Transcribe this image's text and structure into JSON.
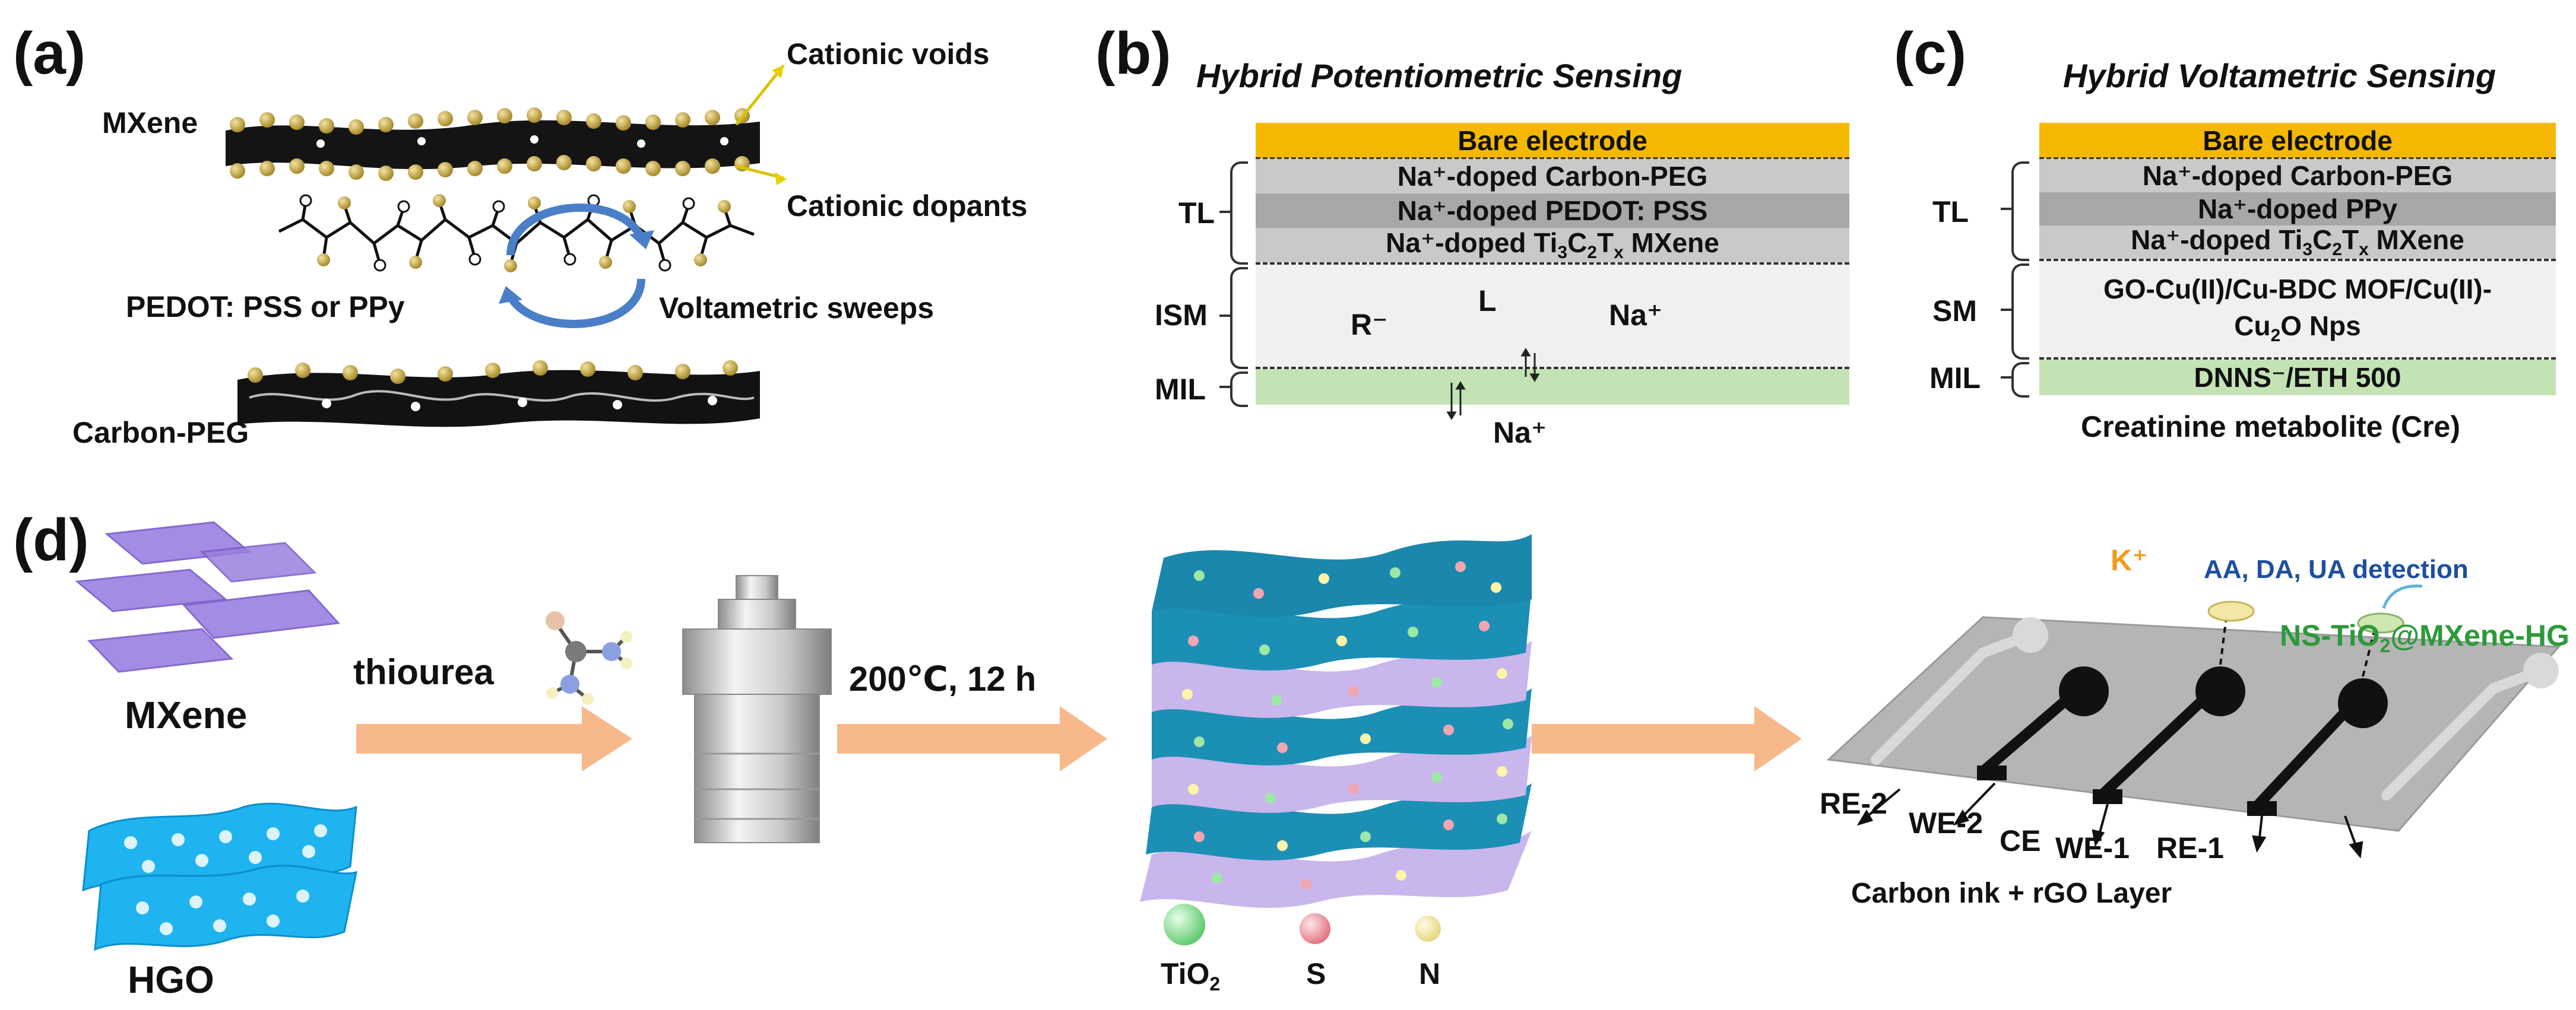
{
  "panel_a": {
    "label": "(a)",
    "mxene": "MXene",
    "cationic_voids": "Cationic voids",
    "cationic_dopants": "Cationic dopants",
    "pedot": "PEDOT: PSS or PPy",
    "voltametric_sweeps": "Voltametric sweeps",
    "carbon_peg": "Carbon-PEG"
  },
  "panel_b": {
    "label": "(b)",
    "title": "Hybrid Potentiometric Sensing",
    "bare_electrode": "Bare electrode",
    "layer1": "Na⁺-doped Carbon-PEG",
    "layer2": "Na⁺-doped PEDOT: PSS",
    "layer3_pre": "Na⁺-doped Ti",
    "layer3_sub1": "3",
    "layer3_c": "C",
    "layer3_sub2": "2",
    "layer3_t": "T",
    "layer3_subx": "x",
    "layer3_post": " MXene",
    "tl": "TL",
    "ism": "ISM",
    "mil": "MIL",
    "r_minus": "R⁻",
    "l": "L",
    "na_plus": "Na⁺",
    "na_bottom": "Na⁺"
  },
  "panel_c": {
    "label": "(c)",
    "title": "Hybrid Voltametric Sensing",
    "bare_electrode": "Bare electrode",
    "layer1": "Na⁺-doped Carbon-PEG",
    "layer2": "Na⁺-doped PPy",
    "layer3_pre": "Na⁺-doped Ti",
    "layer3_sub1": "3",
    "layer3_c": "C",
    "layer3_sub2": "2",
    "layer3_t": "T",
    "layer3_subx": "x",
    "layer3_post": " MXene",
    "tl": "TL",
    "sm": "SM",
    "mil": "MIL",
    "sm_line1": "GO-Cu(II)/Cu-BDC MOF/Cu(II)-",
    "sm_line2_pre": "Cu",
    "sm_line2_sub": "2",
    "sm_line2_post": "O Nps",
    "mil_text": "DNNS⁻/ETH 500",
    "bottom": "Creatinine metabolite (Cre)"
  },
  "panel_d": {
    "label": "(d)",
    "mxene": "MXene",
    "hgo": "HGO",
    "thiourea": "thiourea",
    "conditions": "200℃, 12 h",
    "tio2_pre": "TiO",
    "tio2_sub": "2",
    "s": "S",
    "n": "N",
    "k_plus": "K⁺",
    "detection": "AA, DA, UA detection",
    "product_pre": "NS-TiO",
    "product_sub": "2",
    "product_post": "@MXene-HG",
    "re2": "RE-2",
    "we2": "WE-2",
    "ce": "CE",
    "we1": "WE-1",
    "re1": "RE-1",
    "carbon_ink": "Carbon ink + rGO Layer"
  },
  "colors": {
    "bare_electrode": "#f5b800",
    "layer_light": "#c9c9c9",
    "layer_dark": "#a7a7a7",
    "membrane": "#f0f0f0",
    "mil_green": "#c3e3b5",
    "arrow_orange": "#f7b98b",
    "mxene_purple": "#9b7fe0",
    "hgo_blue": "#1fb3ef",
    "k_orange": "#f29a1a",
    "detection_blue": "#1d4fa0",
    "product_green": "#2c9a3a"
  }
}
